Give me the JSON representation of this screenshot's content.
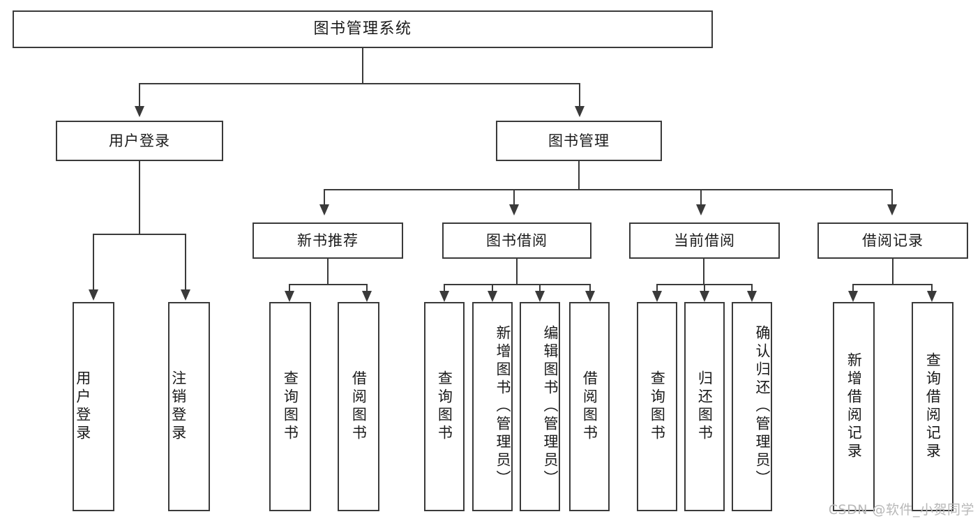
{
  "diagram": {
    "title": "图书管理系统",
    "type": "tree",
    "watermark": "CSDN @软件_小贺同学",
    "root": {
      "label": "图书管理系统"
    },
    "level1": [
      {
        "label": "用户登录"
      },
      {
        "label": "图书管理"
      }
    ],
    "level2": [
      {
        "label": "新书推荐"
      },
      {
        "label": "图书借阅"
      },
      {
        "label": "当前借阅"
      },
      {
        "label": "借阅记录"
      }
    ],
    "leaves": {
      "user_login": [
        {
          "label": "用户登录"
        },
        {
          "label": "注销登录"
        }
      ],
      "new_book_rec": [
        {
          "label": "查询图书"
        },
        {
          "label": "借阅图书"
        }
      ],
      "book_borrow": [
        {
          "label": "查询图书"
        },
        {
          "label": "新增图书（管理员）"
        },
        {
          "label": "编辑图书（管理员）"
        },
        {
          "label": "借阅图书"
        }
      ],
      "current_borrow": [
        {
          "label": "查询图书"
        },
        {
          "label": "归还图书"
        },
        {
          "label": "确认归还（管理员）"
        }
      ],
      "borrow_record": [
        {
          "label": "新增借阅记录"
        },
        {
          "label": "查询借阅记录"
        }
      ]
    },
    "colors": {
      "stroke": "#3a3a3a",
      "fill": "#ffffff",
      "text": "#1a1a1a",
      "watermark": "#b8b8b8"
    }
  }
}
